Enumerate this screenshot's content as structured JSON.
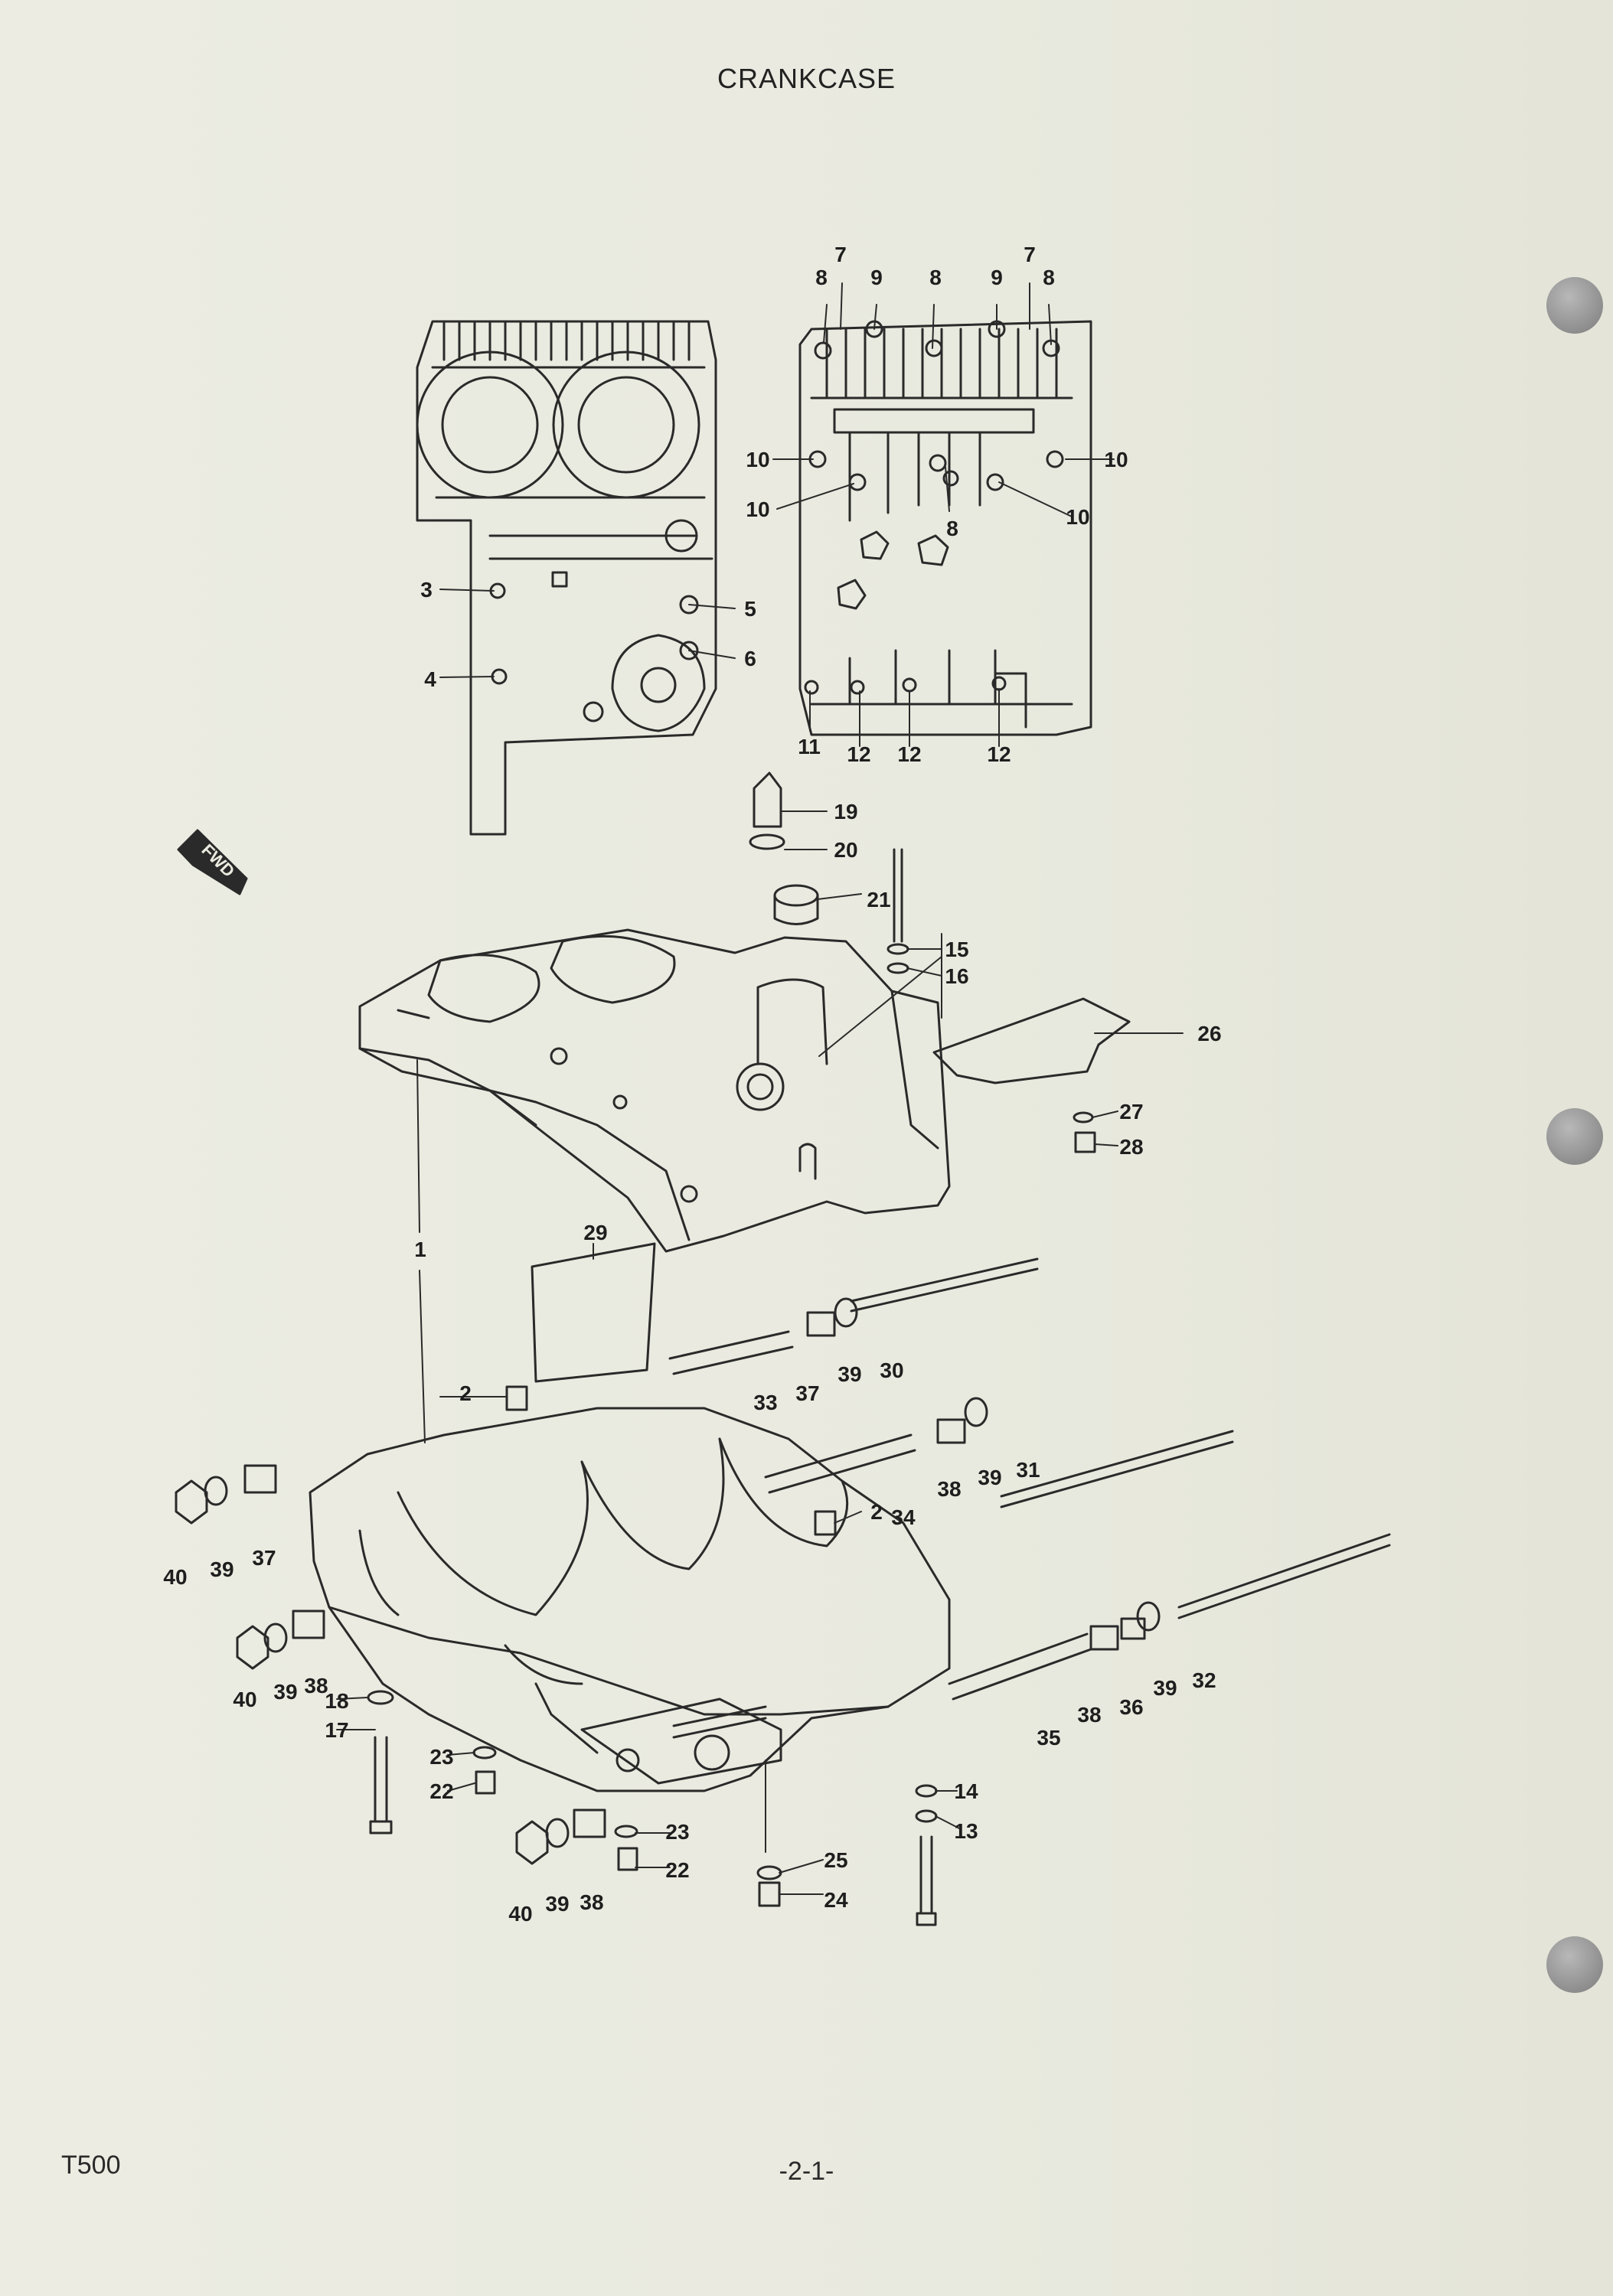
{
  "header": {
    "title": "CRANKCASE"
  },
  "footer": {
    "model": "T500",
    "page": "-2-1-"
  },
  "fwd_label": "FWD",
  "callouts": [
    "1",
    "2",
    "3",
    "4",
    "5",
    "6",
    "7",
    "8",
    "9",
    "10",
    "11",
    "12",
    "13",
    "14",
    "15",
    "16",
    "17",
    "18",
    "19",
    "20",
    "21",
    "22",
    "23",
    "24",
    "25",
    "26",
    "27",
    "28",
    "29",
    "30",
    "31",
    "32",
    "33",
    "34",
    "35",
    "36",
    "37",
    "38",
    "39",
    "40"
  ]
}
